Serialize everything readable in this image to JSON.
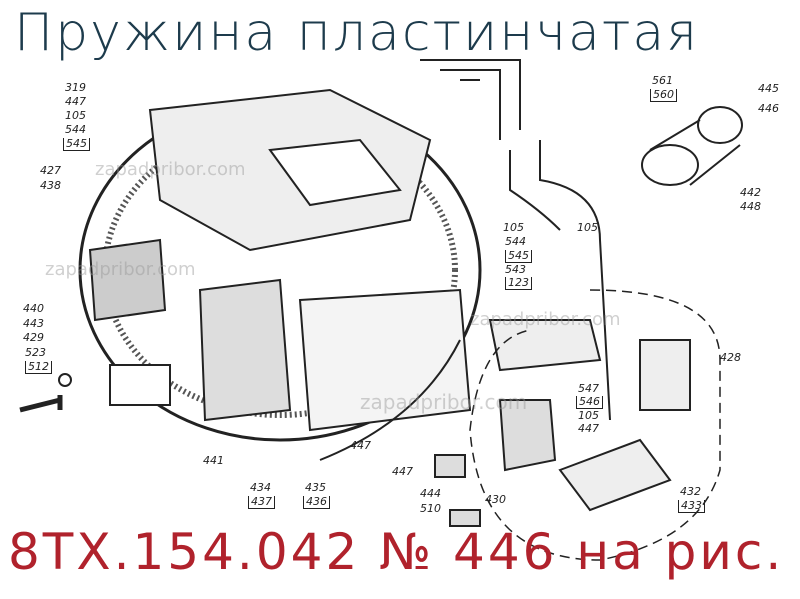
{
  "title": "Пружина пластинчатая",
  "part_code": "8ТХ.154.042 № 446 на рис.",
  "watermark": "zapadpribor.com",
  "colors": {
    "title": "#1d3b4c",
    "part_code": "#b0222c",
    "drawing": "#222222"
  },
  "callouts": [
    "319",
    "447",
    "105",
    "544",
    "545",
    "427",
    "438",
    "561",
    "560",
    "445",
    "446",
    "442",
    "448",
    "105",
    "544",
    "545",
    "543",
    "123",
    "105",
    "440",
    "443",
    "429",
    "523",
    "512",
    "428",
    "547",
    "546",
    "105",
    "447",
    "441",
    "434",
    "437",
    "435",
    "436",
    "447",
    "447",
    "444",
    "510",
    "430",
    "432",
    "433"
  ]
}
